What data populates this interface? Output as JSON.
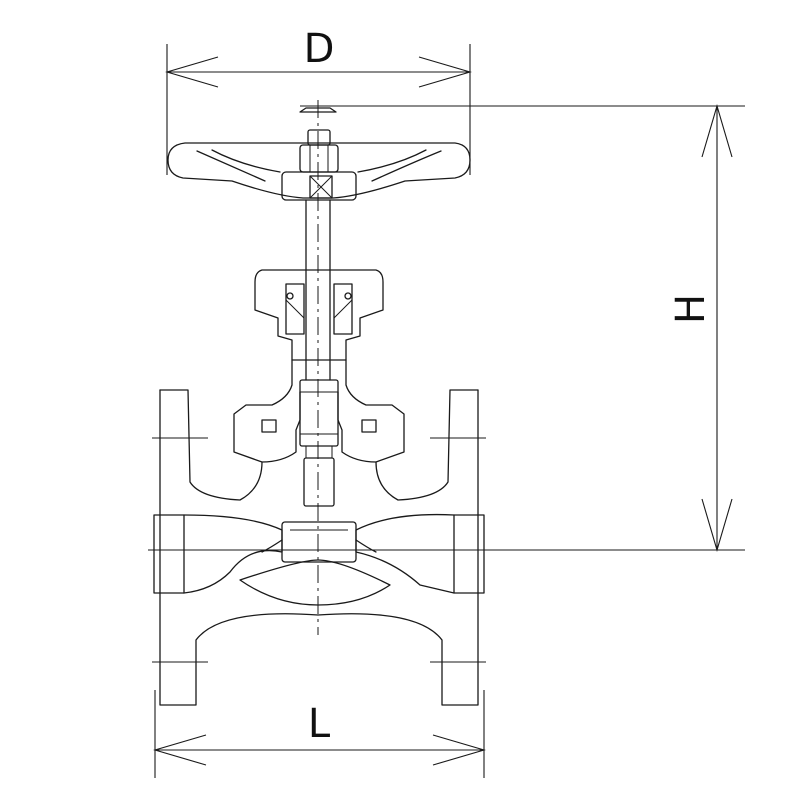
{
  "drawing": {
    "title": "",
    "dimensions": {
      "top_width_label": "D",
      "height_label": "H",
      "bottom_length_label": "L"
    }
  }
}
